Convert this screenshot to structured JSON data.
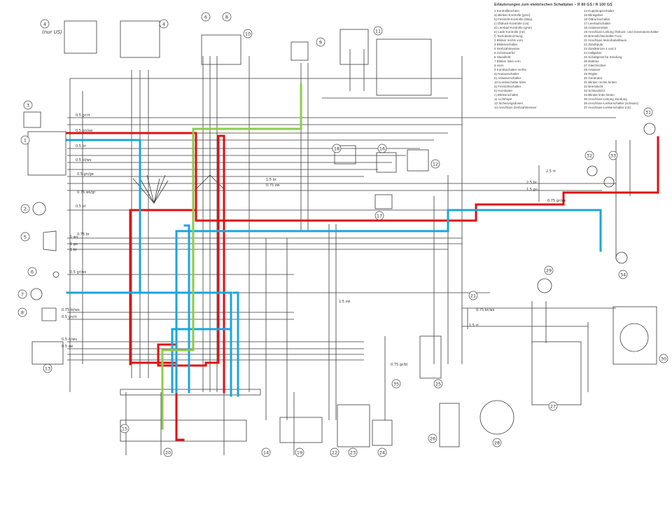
{
  "legend": {
    "title": "Erläuterungen zum elektrischen Schaltplan – R 80 GS / R 100 GS",
    "left_items": [
      "1  Kontrollleuchten",
      "   a)  Blinker-Kontrolle (grün)",
      "   b)  Fernlicht-Kontrolle (blau)",
      "   c)  Öldruck-Kontrolle (rot)",
      "   d)  Leerlauf-Kontrolle (grün)",
      "   e)  Lade-Kontrolle (rot)",
      "   f)  Tachobeleuchtung",
      "2  Blinker rechts vorn",
      "3  Blinkerschalter",
      "4  Drehzahlmesser",
      "5  Scheinwerfer",
      "6  Standlicht",
      "7  Blinker links vorn",
      "8  Horn",
      "9  Kombischalter rechts",
      "   a)  Notausschalter",
      "   b)  Anlasserschalter",
      "10  Kombischalter links",
      "   a)  Fernlichtschalter",
      "   b)  Hornlaster",
      "   c)  Blinkerschalter",
      "11  Lichthupe",
      "12  Sicherungsdosen",
      "13  Anschluss Drehzahlmesser"
    ],
    "right_items": [
      "14  Kupplungsschalter",
      "15  Blinkgeber",
      "16  Öldruckschalter",
      "17  Leerlaufschalter",
      "18  Anlasserrelais",
      "19  Anschluss-Leitung Öldruck- und Generatorschalter",
      "20  Bremslichtschalter Fuss",
      "21  Anschluss Motorkabelbaum",
      "22  Zündspule",
      "23  Zündkerzen 1 und 2",
      "24  Hallgeber",
      "25  Schaltgerät für Zündung",
      "26  Batterie",
      "27  Gleichrichter",
      "28  Anlasser",
      "29  Regler",
      "30  Generator",
      "31  Blinker rechts hinten",
      "32  Bremslicht",
      "33  Schlusslicht",
      "34  Blinker links hinten",
      "35  Anschluss-Leitung Zündung",
      "36  Anschluss-Lenkerschalter (schwarz)",
      "37  Anschluss-Lenkerschalter (rot)"
    ]
  },
  "annotations": {
    "nur_us": "(nur US)"
  },
  "component_labels": [
    "4",
    "4",
    "6",
    "8",
    "11",
    "10",
    "3",
    "9",
    "1",
    "2",
    "5",
    "6",
    "7",
    "8",
    "13",
    "16",
    "12",
    "17",
    "18",
    "31",
    "32",
    "33",
    "34",
    "29",
    "21",
    "30",
    "27",
    "26",
    "28",
    "25",
    "35",
    "22",
    "23",
    "24",
    "19",
    "14",
    "15",
    "20"
  ],
  "wire_labels": [
    "0.5 gr/rt",
    "0.5 gn/sw",
    "0.5 br",
    "0.5 bl/ws",
    "0.75 ws/gr",
    "0.5 gn/ge",
    "1.5 br",
    "0.75 sw",
    "0.5 bl",
    "0.75 br",
    "2.5 rt",
    "2.5 br",
    "1.5 gn",
    "0.75 gr/sw",
    "0.5 gr/ws",
    "1 ws",
    "1 ge",
    "1 br",
    "1.5 sw",
    "0.75 br/ws",
    "1.5 rt",
    "0.75 bl/ws",
    "0.5 gn/rt",
    "0.5 rt/ws",
    "0.5 sw",
    "0.75 gr/bl"
  ],
  "colors": {
    "red_wire": "#e01010",
    "blue_wire": "#1aa6dc",
    "green_wire": "#8ccc4a",
    "line": "#3a3a3a"
  }
}
